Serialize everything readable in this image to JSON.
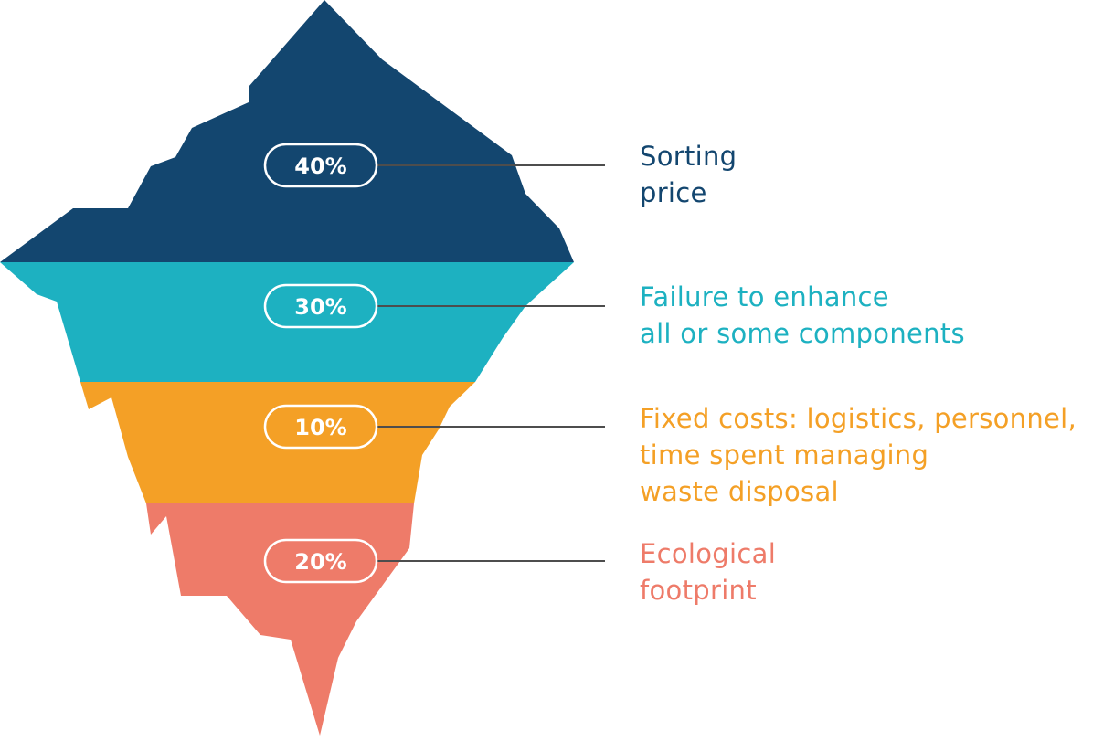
{
  "colors": {
    "layer_1": "#13466f",
    "layer_2": "#1db1c1",
    "layer_3": "#f4a026",
    "layer_4": "#ee7b69",
    "connector": "#4d4d4d",
    "pill_border": "#ffffff"
  },
  "layers": [
    {
      "percent": "40%",
      "value": 40,
      "label_lines": [
        "Sorting",
        "price"
      ]
    },
    {
      "percent": "30%",
      "value": 30,
      "label_lines": [
        "Failure to enhance",
        "all or some components"
      ]
    },
    {
      "percent": "10%",
      "value": 10,
      "label_lines": [
        "Fixed costs: logistics, personnel,",
        "time spent managing",
        "waste disposal"
      ]
    },
    {
      "percent": "20%",
      "value": 20,
      "label_lines": [
        "Ecological",
        "footprint"
      ]
    }
  ]
}
